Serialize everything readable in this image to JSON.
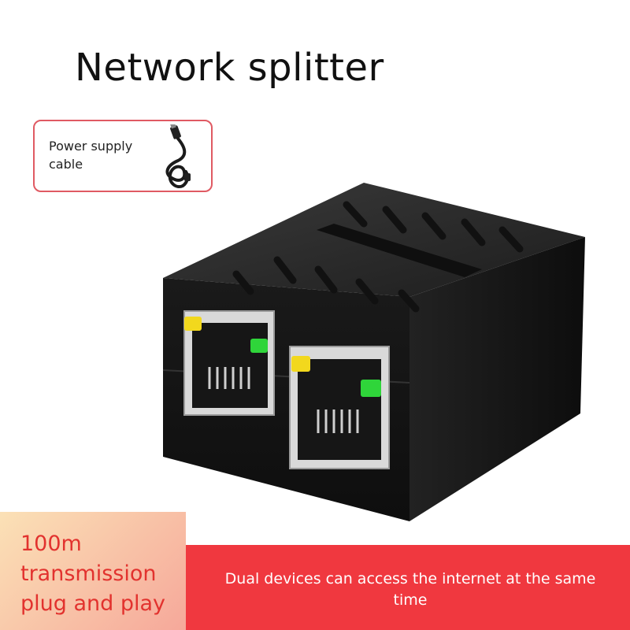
{
  "title": "Network splitter",
  "callout": {
    "label": "Power supply cable",
    "icon": "usb-cable-icon"
  },
  "product": {
    "icon": "network-splitter-image",
    "port_led_colors": [
      "#f2d81d",
      "#2fd53a"
    ]
  },
  "features": {
    "left_text": "100m transmission plug and play",
    "right_text": "Dual devices can access the internet at the same time"
  },
  "colors": {
    "callout_border": "#e05a63",
    "banner_red": "#f0383f",
    "left_text": "#e2322e"
  }
}
